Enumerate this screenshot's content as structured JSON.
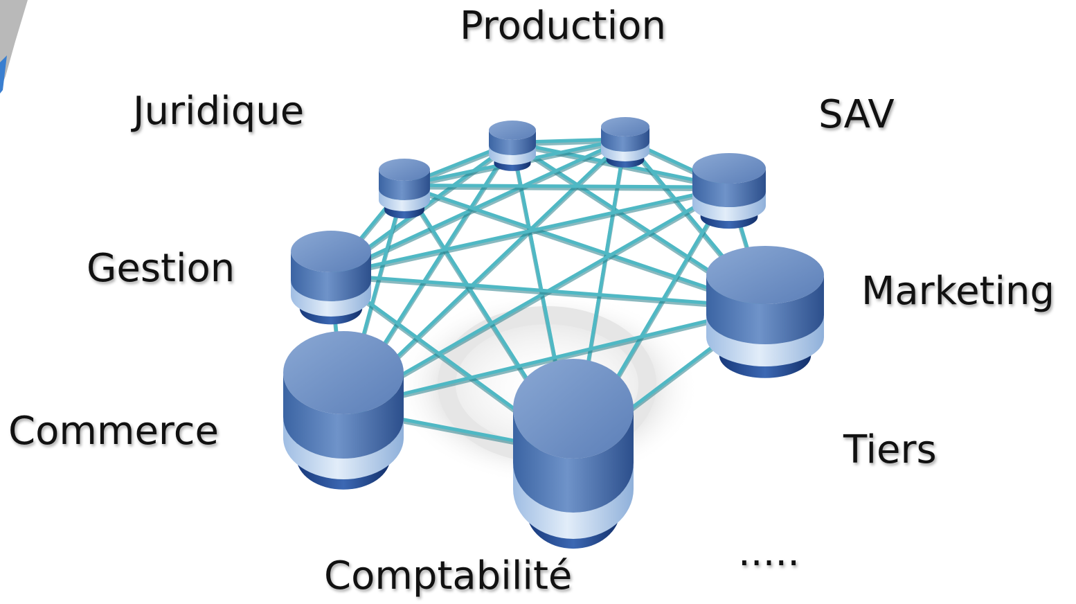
{
  "labels": {
    "production": "Production",
    "juridique": "Juridique",
    "sav": "SAV",
    "gestion": "Gestion",
    "marketing": "Marketing",
    "commerce": "Commerce",
    "tiers": "Tiers",
    "comptabilite": "Comptabilité",
    "etc": "....."
  },
  "colors": {
    "link": "#4fb8c4",
    "cylinder_top": "#6f93c6",
    "cylinder_body": "#3d6aa8",
    "cylinder_band": "#bcd4ef",
    "cylinder_base": "#1f4690"
  }
}
